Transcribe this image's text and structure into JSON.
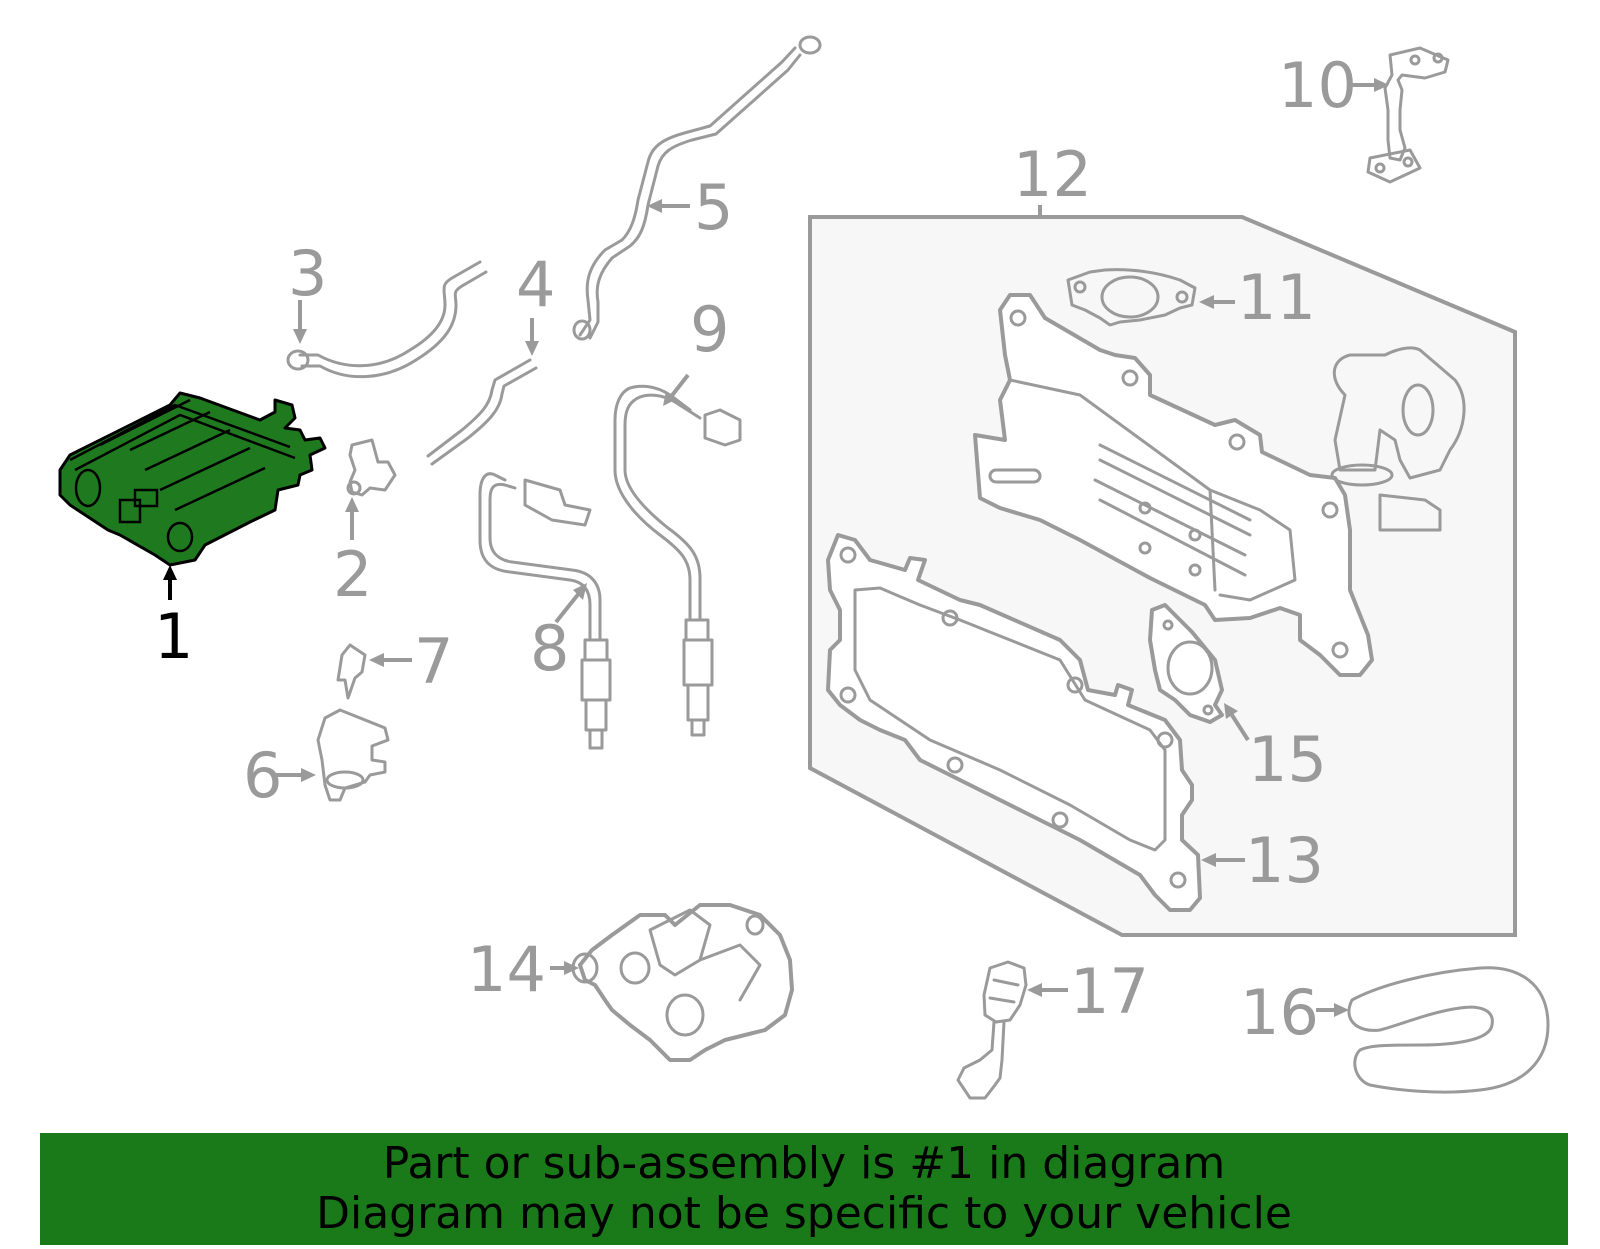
{
  "colors": {
    "highlight_part": "#1f7a1f",
    "banner_background": "#1a7a1a",
    "part_stroke": "#9a9a9a",
    "panel_fill": "#f7f7f7",
    "banner_text": "#000000"
  },
  "callouts": {
    "c1": "1",
    "c2": "2",
    "c3": "3",
    "c4": "4",
    "c5": "5",
    "c6": "6",
    "c7": "7",
    "c8": "8",
    "c9": "9",
    "c10": "10",
    "c11": "11",
    "c12": "12",
    "c13": "13",
    "c14": "14",
    "c15": "15",
    "c16": "16",
    "c17": "17"
  },
  "highlighted_callout": "1",
  "banner": {
    "line1": "Part or sub-assembly is #1 in diagram",
    "line2": "Diagram may not be specific to your vehicle"
  }
}
